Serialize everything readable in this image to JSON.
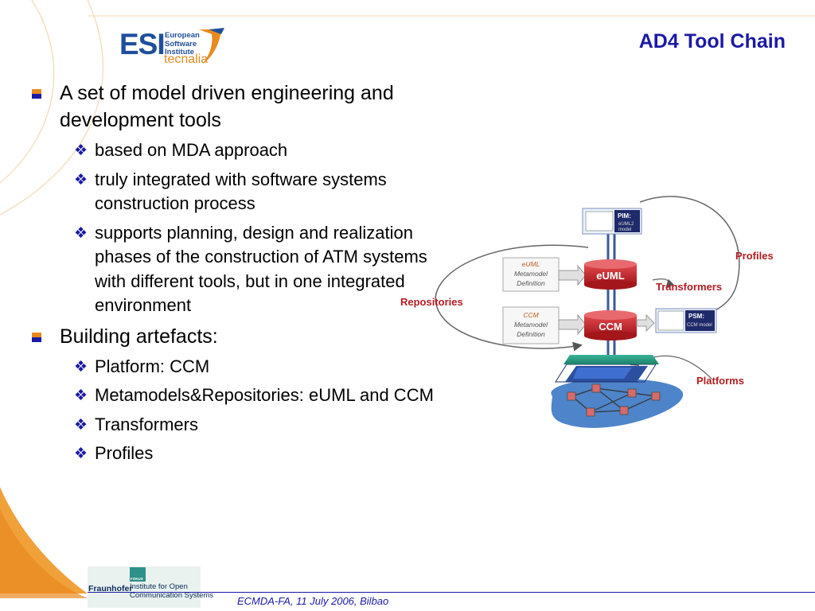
{
  "slide": {
    "title": "AD4 Tool Chain"
  },
  "logo": {
    "esi": "ESI",
    "sub_line1": "European",
    "sub_line2": "Software",
    "sub_line3": "Institute",
    "tecnalia": "tecnalia"
  },
  "bullets": [
    {
      "text": "A set of model driven engineering and development tools",
      "children": [
        {
          "text": "based on MDA approach"
        },
        {
          "text": "truly integrated with software systems construction process"
        },
        {
          "text": "supports planning, design and realization phases of the construction of ATM systems with different tools, but in one integrated environment"
        }
      ]
    },
    {
      "text": "Building artefacts:",
      "children": [
        {
          "text": "Platform: CCM"
        },
        {
          "text": "Metamodels&Repositories: eUML and CCM"
        },
        {
          "text": "Transformers"
        },
        {
          "text": "Profiles"
        }
      ]
    }
  ],
  "diagram": {
    "pim_title": "PIM:",
    "pim_line1": "eUML2",
    "pim_line2": "model",
    "psm_title": "PSM:",
    "psm_line1": "CCM model",
    "euml_def_line1": "eUML",
    "euml_def_line2": "Metamodel",
    "euml_def_line3": "Definition",
    "ccm_def_line1": "CCM",
    "ccm_def_line2": "Metamodel",
    "ccm_def_line3": "Definition",
    "euml_repo": "eUML",
    "ccm_repo": "CCM",
    "label_profiles": "Profiles",
    "label_transformers": "Transformers",
    "label_repositories": "Repositories",
    "label_platforms": "Platforms"
  },
  "footer": {
    "event": "ECMDA-FA, 11 July 2006, Bilbao",
    "fraunhofer": "Fraunhofer",
    "institute_line1": "Institute for Open",
    "institute_line2": "Communication Systems",
    "fokus": "FOKUS"
  },
  "colors": {
    "title_blue": "#1a1aa6",
    "esi_blue": "#1f4f9a",
    "accent_orange": "#e8891e",
    "diagram_red": "#c0282d"
  }
}
